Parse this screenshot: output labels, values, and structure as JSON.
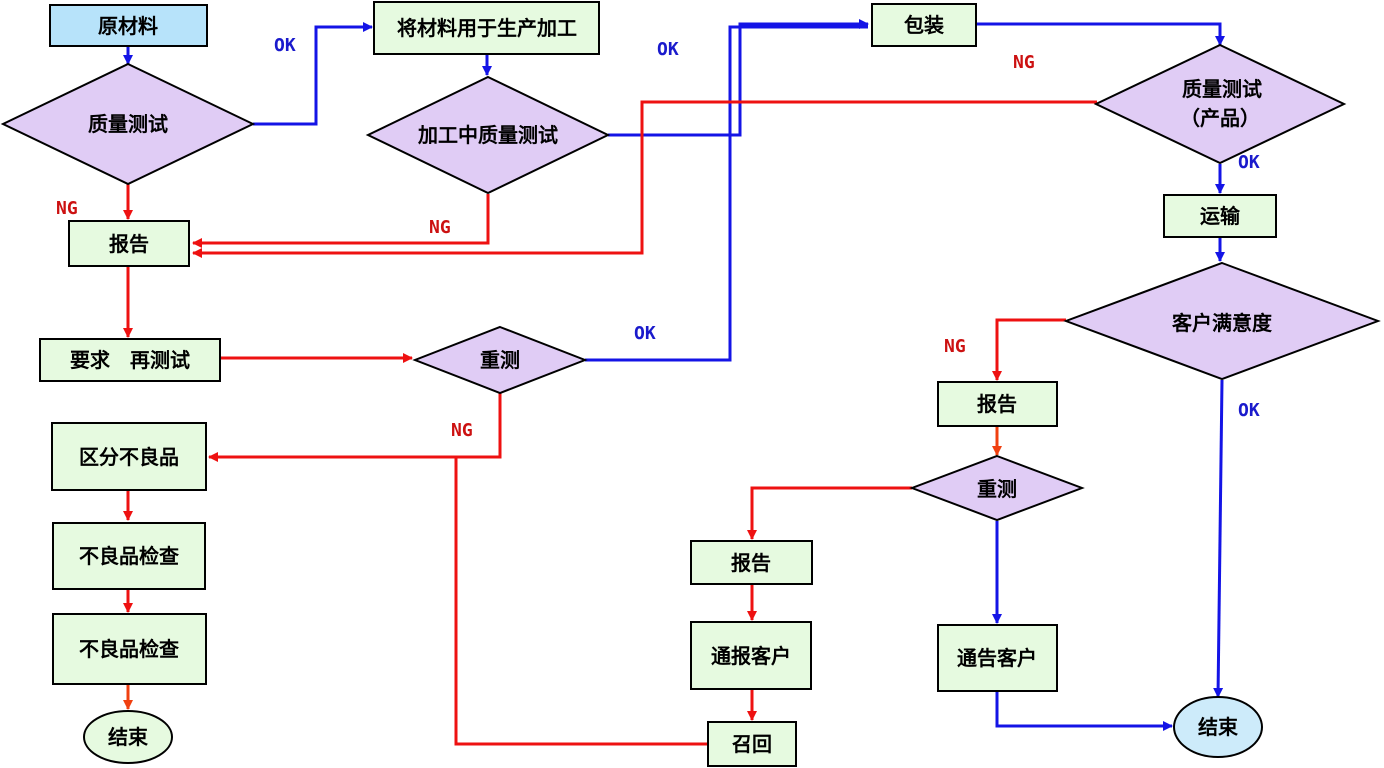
{
  "colors": {
    "box_fill": "#E6FAE0",
    "start_fill": "#B7E3FA",
    "diamond_fill": "#E0CCF5",
    "end_fill": "#CDEBFA",
    "ok_line": "#1414E6",
    "ng_line": "#EE1111",
    "ok_text": "#1A1ACC",
    "ng_text": "#CC1111"
  },
  "nodes": {
    "raw_material": "原材料",
    "qt1": "质量测试",
    "process": "将材料用于生产加工",
    "qt_process": "加工中质量测试",
    "packaging": "包装",
    "qt_product_line1": "质量测试",
    "qt_product_line2": "（产品）",
    "report1": "报告",
    "transport": "运输",
    "request_retest": "要求　再测试",
    "retest1": "重测",
    "customer_satisfaction": "客户满意度",
    "sort_defects": "区分不良品",
    "report2": "报告",
    "defect_check1": "不良品检查",
    "retest2": "重测",
    "report3": "报告",
    "defect_check2": "不良品检查",
    "notify_customer1": "通报客户",
    "notify_customer2": "通告客户",
    "end1": "结束",
    "recall": "召回",
    "end2": "结束"
  },
  "labels": {
    "ok1": "OK",
    "ok2": "OK",
    "ok3": "OK",
    "ok4": "OK",
    "ok5": "OK",
    "ng1": "NG",
    "ng2": "NG",
    "ng3": "NG",
    "ng4": "NG",
    "ng5": "NG"
  }
}
